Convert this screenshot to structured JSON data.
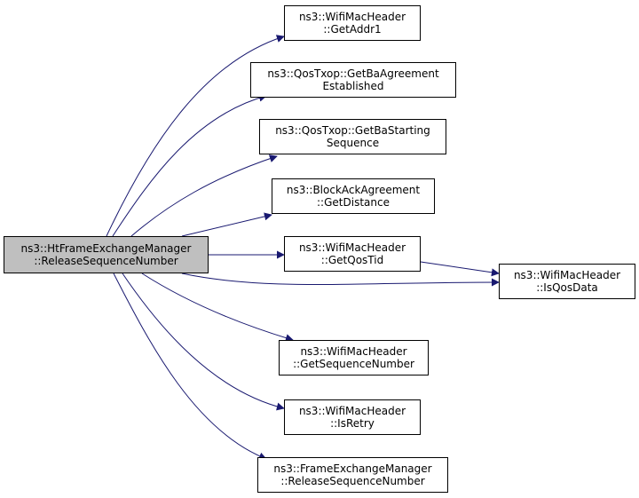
{
  "diagram": {
    "edge_color": "#191970",
    "root": {
      "line1": "ns3::HtFrameExchangeManager",
      "line2": "::ReleaseSequenceNumber"
    },
    "nodes": {
      "addr1": {
        "line1": "ns3::WifiMacHeader",
        "line2": "::GetAddr1"
      },
      "ba": {
        "line1": "ns3::QosTxop::GetBaAgreement",
        "line2": "Established"
      },
      "bas": {
        "line1": "ns3::QosTxop::GetBaStarting",
        "line2": "Sequence"
      },
      "dist": {
        "line1": "ns3::BlockAckAgreement",
        "line2": "::GetDistance"
      },
      "tid": {
        "line1": "ns3::WifiMacHeader",
        "line2": "::GetQosTid"
      },
      "isqos": {
        "line1": "ns3::WifiMacHeader",
        "line2": "::IsQosData"
      },
      "seq": {
        "line1": "ns3::WifiMacHeader",
        "line2": "::GetSequenceNumber"
      },
      "retry": {
        "line1": "ns3::WifiMacHeader",
        "line2": "::IsRetry"
      },
      "fem": {
        "line1": "ns3::FrameExchangeManager",
        "line2": "::ReleaseSequenceNumber"
      }
    }
  }
}
